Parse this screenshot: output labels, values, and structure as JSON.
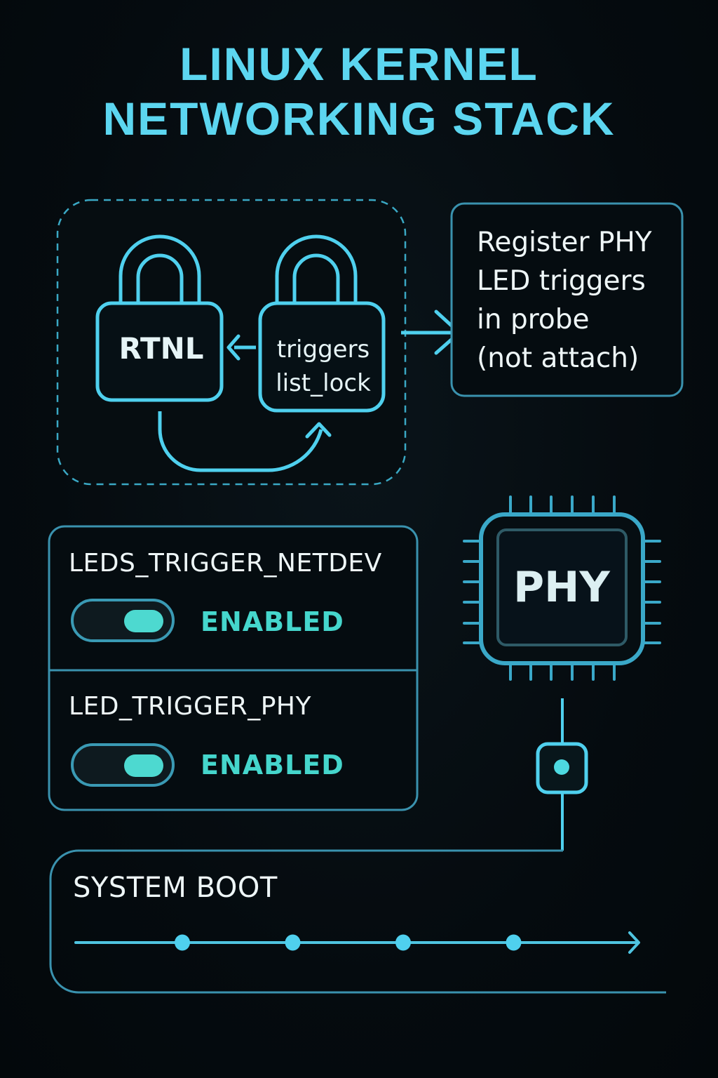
{
  "title": {
    "line1": "LINUX KERNEL",
    "line2": "NETWORKING STACK"
  },
  "locks": {
    "rtnl": {
      "label": "RTNL",
      "icon": "padlock-icon"
    },
    "triggers_list_lock": {
      "line1": "triggers",
      "line2": "list_lock",
      "icon": "padlock-icon"
    }
  },
  "note": {
    "lines": [
      "Register PHY",
      "LED triggers",
      "in probe",
      "(not attach)"
    ]
  },
  "triggers": [
    {
      "name": "LEDS_TRIGGER_NETDEV",
      "status": "ENABLED",
      "enabled": true
    },
    {
      "name": "LED_TRIGGER_PHY",
      "status": "ENABLED",
      "enabled": true
    }
  ],
  "chip": {
    "label": "PHY",
    "icon": "chip-icon"
  },
  "boot": {
    "label": "SYSTEM BOOT",
    "milestones": 4
  },
  "colors": {
    "background": "#050b0f",
    "accent": "#5cd6f0",
    "border": "#3a9ab4",
    "enabled": "#45d6cc",
    "text": "#eef6f7"
  }
}
